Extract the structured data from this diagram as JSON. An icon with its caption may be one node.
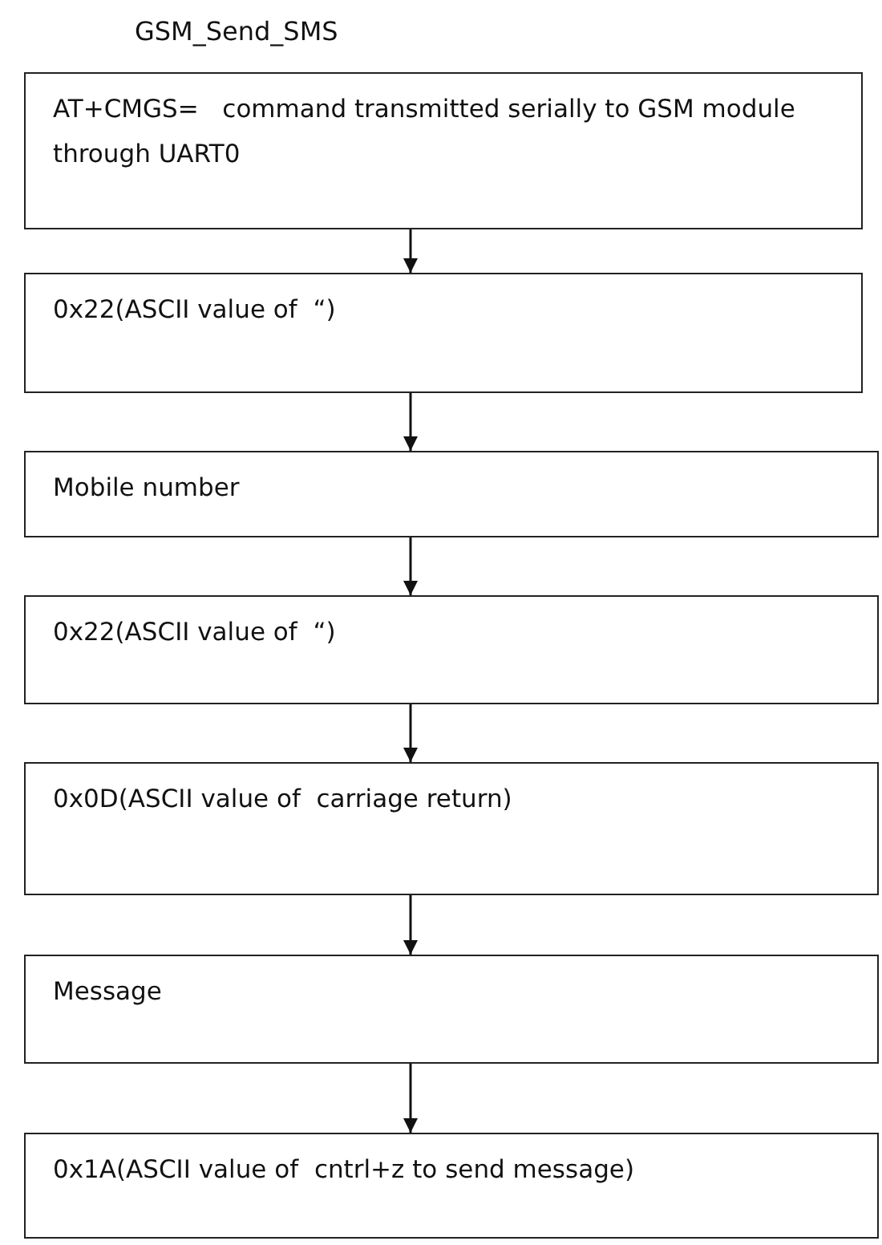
{
  "diagram": {
    "title": "GSM_Send_SMS",
    "nodes": [
      {
        "text": [
          "AT+CMGS=   command transmitted serially to GSM module  through UART0"
        ]
      },
      {
        "text": [
          "0x22(ASCII value of  “)"
        ]
      },
      {
        "text": [
          "Mobile number"
        ]
      },
      {
        "text": [
          "0x22(ASCII value of  “)"
        ]
      },
      {
        "text": [
          "0x0D(ASCII value of  carriage return)"
        ]
      },
      {
        "text": [
          "Message"
        ]
      },
      {
        "text": [
          "0x1A(ASCII value of  cntrl+z to send message)"
        ]
      }
    ],
    "edges": [
      {
        "from": 0,
        "to": 1,
        "arrow": "to"
      },
      {
        "from": 1,
        "to": 2,
        "arrow": "to"
      },
      {
        "from": 2,
        "to": 3,
        "arrow": "to"
      },
      {
        "from": 3,
        "to": 4,
        "arrow": "to"
      },
      {
        "from": 4,
        "to": 5,
        "arrow": "to"
      },
      {
        "from": 5,
        "to": 6,
        "arrow": "to"
      }
    ]
  }
}
